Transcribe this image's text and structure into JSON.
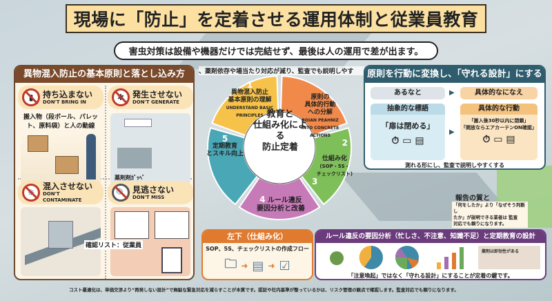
{
  "title": "現場に「防止」を定着させる運用体制と従業員教育",
  "subtitle": "害虫対策は設備や機器だけでは完結せず、最後は人の運用で差が出ます。",
  "left_panel": {
    "header": "異物混入防止の基本原則と落とし込み方",
    "quadrants": [
      {
        "jp": "持ち込まない",
        "en": "DON'T BRING IN",
        "note": "搬入物（段ボール、パレット、原料袋）と人の動線",
        "icon": "no-bottle-icon"
      },
      {
        "jp": "発生させない",
        "en": "DON'T GENERATE",
        "note": "薬剤剤ｶﾞｯﾍﾞ",
        "icon": "no-insect-icon"
      },
      {
        "jp": "混入させない",
        "en": "DON'T CONTAMINATE",
        "icon": "no-bug-icon"
      },
      {
        "jp": "見逃さない",
        "en": "DON'T MISS",
        "note": "確認リスト：従業員",
        "icon": "magnifier-icon"
      }
    ]
  },
  "cycle": {
    "caption": "、薬剤依存や場当たり対応が減り、監査でも説明しやす",
    "center": [
      "教育と",
      "仕組み化によ",
      "る",
      "防止定着"
    ],
    "steps": [
      {
        "num": "1",
        "jp": [
          "異物混入防止",
          "基本原則の理解"
        ],
        "en": [
          "UNDERSTAND BASIC",
          "PRINCIPLES"
        ],
        "color": "#f6c24a"
      },
      {
        "num": "2",
        "jp": [
          "原則の",
          "具体的行動",
          "への分解"
        ],
        "en": [
          "BOIAN PEAHNIZ",
          "INTO CONCRETE",
          "ACTIONS"
        ],
        "color": "#f0894a"
      },
      {
        "num": "3",
        "jp": [
          "仕組み化",
          "(SOP・5S・",
          "チェックリスト)"
        ],
        "en": [],
        "color": "#7fbf5a"
      },
      {
        "num": "4",
        "jp": [
          "ルール違反",
          "要因分析と改善"
        ],
        "en": [],
        "color": "#c77ab8"
      },
      {
        "num": "5",
        "jp": [
          "定期教育",
          "とスキル向上"
        ],
        "en": [],
        "color": "#4aa7b5"
      }
    ]
  },
  "right_panel": {
    "header": "原則を行動に変換し、「守れる設計」にする",
    "left_label": "あるなと",
    "right_label": "具体的なになえ",
    "left_title": "抽象的な標語",
    "left_text": "「扉は閉める」",
    "right_title": "具体的な行動",
    "right_lines": [
      "「搬入後30秒以内に閉鎖」",
      "「開放ならエアカーテンON確認」"
    ],
    "footer": "測れる形にし、監査で説明しやすくする"
  },
  "report": {
    "title": "報告の質と",
    "text": [
      "「何をしたか」より「なぜそう判断し",
      "たか」が説明できる業者は 監査",
      "対応でも頼りになります。"
    ]
  },
  "orange_box": {
    "header": "左下（仕組み化）",
    "subtitle": "SOP、5S、チェックリストの作成フロー"
  },
  "purple_box": {
    "header": "ルール違反の要因分析（忙しさ、不注意、知識不足）と定期教育の設計",
    "caption": "「注意喚起」ではなく「守れる設計」にすることが定着の鍵です。",
    "board_text": "薬剤は即効性がある"
  },
  "footer": "コスト最適化は、単価交渉より“再発しない設計”で無駄な緊急対応を減らすことが本質です。認証や社内基準が整っているかは、リスク管理の観点で確認します。監査対応でも頼りになります。",
  "colors": {
    "brown": "#7a4a2a",
    "teal": "#2f5d6e",
    "orange": "#e07a2e",
    "purple": "#6b3c7c",
    "banner": "#fbe0a2"
  }
}
